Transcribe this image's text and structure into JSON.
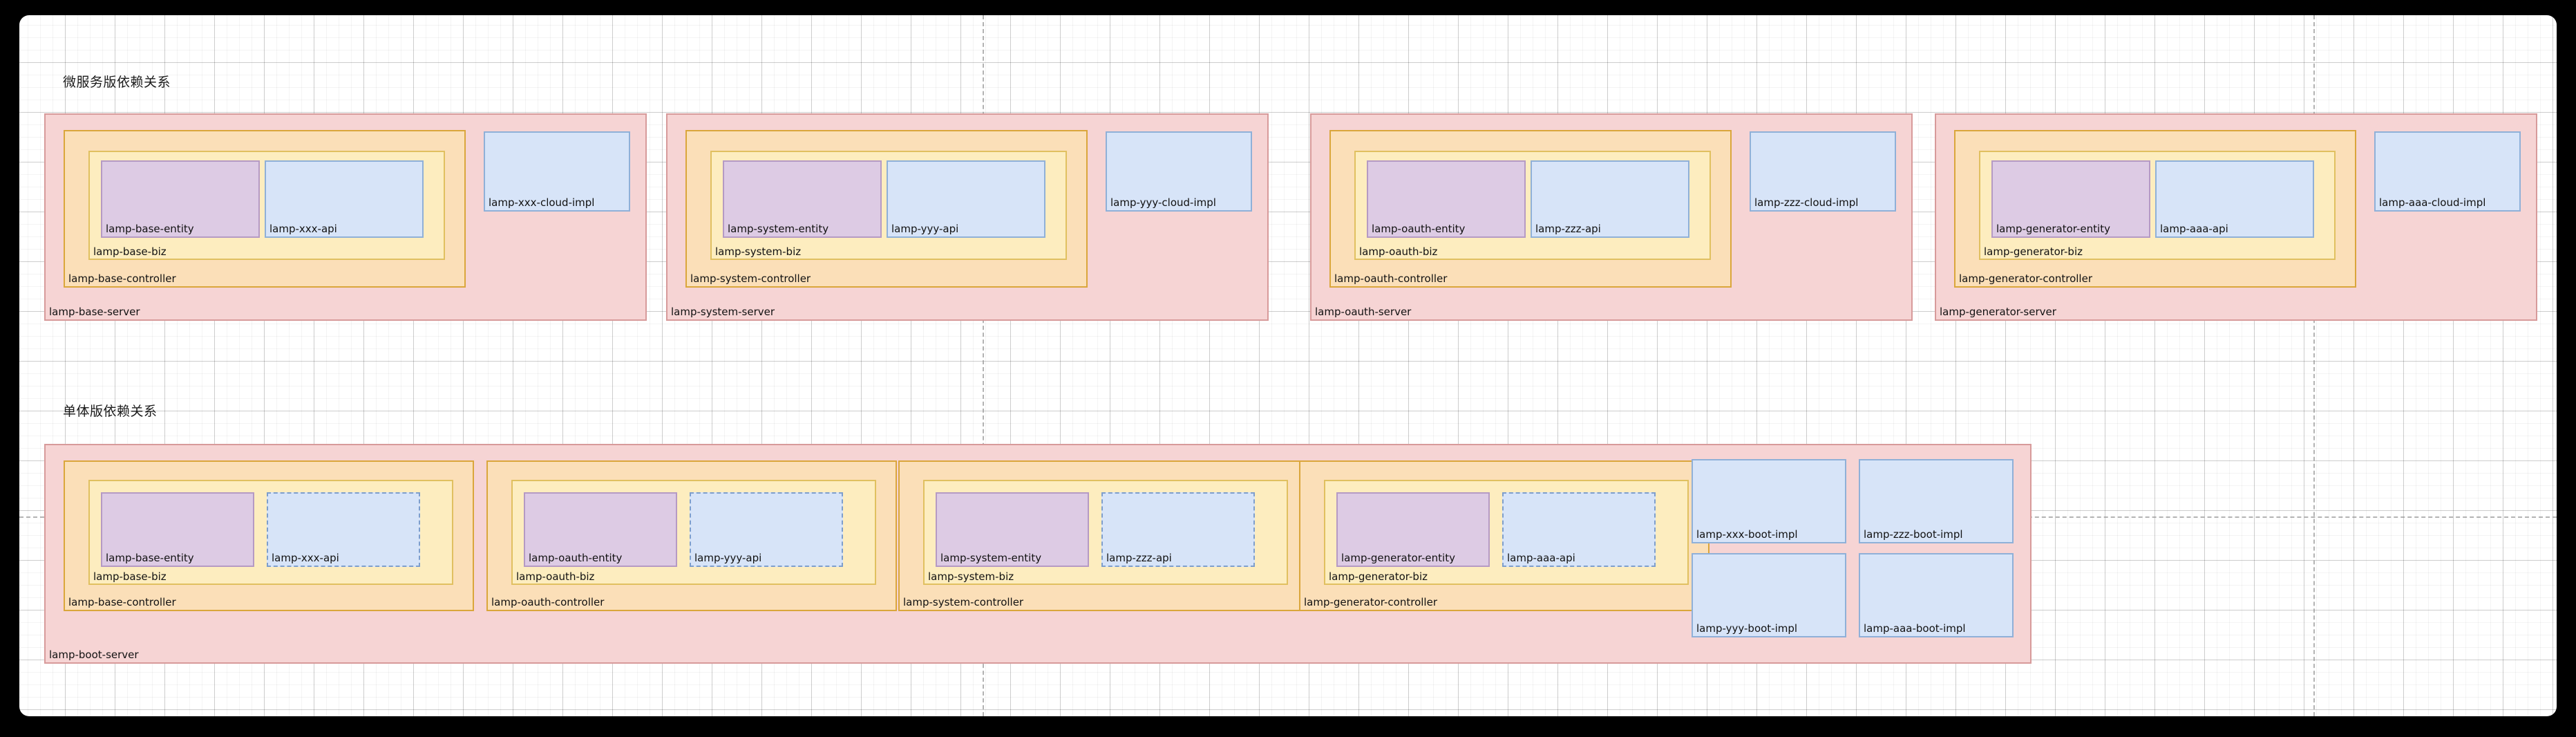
{
  "diagram": {
    "sections": [
      {
        "id": "microservice",
        "title": "微服务版依赖关系",
        "groups": [
          {
            "server": "lamp-base-server",
            "controller": "lamp-base-controller",
            "biz": "lamp-base-biz",
            "entity": "lamp-base-entity",
            "api": "lamp-xxx-api",
            "cloud": "lamp-xxx-cloud-impl"
          },
          {
            "server": "lamp-system-server",
            "controller": "lamp-system-controller",
            "biz": "lamp-system-biz",
            "entity": "lamp-system-entity",
            "api": "lamp-yyy-api",
            "cloud": "lamp-yyy-cloud-impl"
          },
          {
            "server": "lamp-oauth-server",
            "controller": "lamp-oauth-controller",
            "biz": "lamp-oauth-biz",
            "entity": "lamp-oauth-entity",
            "api": "lamp-zzz-api",
            "cloud": "lamp-zzz-cloud-impl"
          },
          {
            "server": "lamp-generator-server",
            "controller": "lamp-generator-controller",
            "biz": "lamp-generator-biz",
            "entity": "lamp-generator-entity",
            "api": "lamp-aaa-api",
            "cloud": "lamp-aaa-cloud-impl"
          }
        ]
      },
      {
        "id": "monolith",
        "title": "单体版依赖关系",
        "server": "lamp-boot-server",
        "groups": [
          {
            "controller": "lamp-base-controller",
            "biz": "lamp-base-biz",
            "entity": "lamp-base-entity",
            "api": "lamp-xxx-api"
          },
          {
            "controller": "lamp-oauth-controller",
            "biz": "lamp-oauth-biz",
            "entity": "lamp-oauth-entity",
            "api": "lamp-yyy-api"
          },
          {
            "controller": "lamp-system-controller",
            "biz": "lamp-system-biz",
            "entity": "lamp-system-entity",
            "api": "lamp-zzz-api"
          },
          {
            "controller": "lamp-generator-controller",
            "biz": "lamp-generator-biz",
            "entity": "lamp-generator-entity",
            "api": "lamp-aaa-api"
          }
        ],
        "boot_impls": [
          "lamp-xxx-boot-impl",
          "lamp-zzz-boot-impl",
          "lamp-yyy-boot-impl",
          "lamp-aaa-boot-impl"
        ]
      }
    ],
    "colors": {
      "server_fill": "#f6d4d4",
      "server_border": "#d79a9a",
      "controller_fill": "#fbdfb8",
      "controller_border": "#daa63b",
      "biz_fill": "#fdedbf",
      "biz_border": "#e0c060",
      "entity_fill": "#ddcbe4",
      "entity_border": "#b59ac4",
      "api_fill": "#d7e4f8",
      "api_border": "#8fb0d8"
    }
  }
}
